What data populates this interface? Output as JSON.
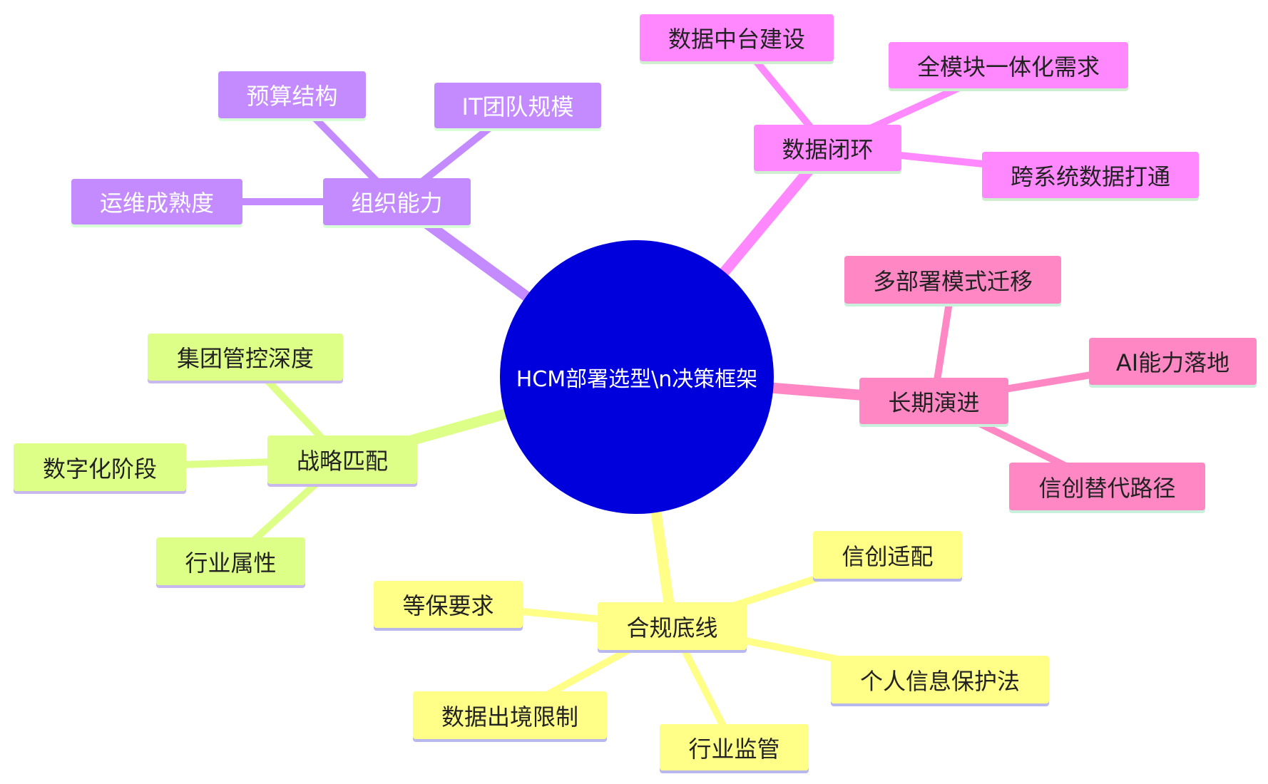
{
  "root": {
    "label": "HCM部署选型\\n决策框架",
    "color": "#0000dd",
    "text_color": "#ffffff"
  },
  "branches": [
    {
      "id": "org",
      "label": "组织能力",
      "color": "#c38bff",
      "text_color": "#ffffff",
      "underline": "#d8ffd8",
      "children": [
        "运维成熟度",
        "预算结构",
        "IT团队规模"
      ]
    },
    {
      "id": "data",
      "label": "数据闭环",
      "color": "#ff88ff",
      "text_color": "#222222",
      "underline": "#cfeecf",
      "children": [
        "数据中台建设",
        "全模块一体化需求",
        "跨系统数据打通"
      ]
    },
    {
      "id": "evolve",
      "label": "长期演进",
      "color": "#ff88c4",
      "text_color": "#222222",
      "underline": "#c8f0dc",
      "children": [
        "多部署模式迁移",
        "AI能力落地",
        "信创替代路径"
      ]
    },
    {
      "id": "strategy",
      "label": "战略匹配",
      "color": "#ddff88",
      "text_color": "#222222",
      "underline": "#c8b8ee",
      "children": [
        "集团管控深度",
        "数字化阶段",
        "行业属性"
      ]
    },
    {
      "id": "compliance",
      "label": "合规底线",
      "color": "#ffff88",
      "text_color": "#222222",
      "underline": "#b8b8ee",
      "children": [
        "信创适配",
        "等保要求",
        "个人信息保护法",
        "数据出境限制",
        "行业监管"
      ]
    }
  ]
}
